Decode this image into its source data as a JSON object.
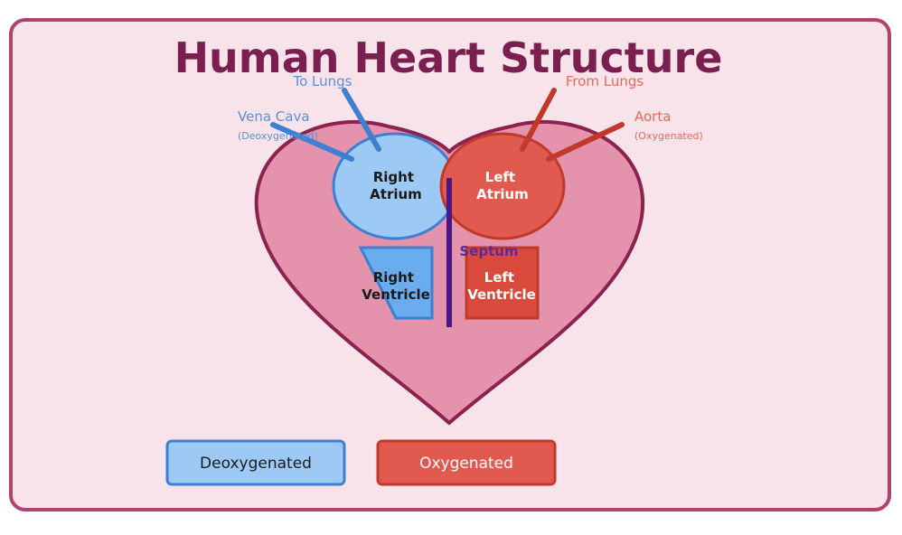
{
  "title": "Human Heart Structure",
  "chambers": {
    "right_atrium": [
      "Right",
      "Atrium"
    ],
    "left_atrium": [
      "Left",
      "Atrium"
    ],
    "right_ventricle": [
      "Right",
      "Ventricle"
    ],
    "left_ventricle": [
      "Left",
      "Ventricle"
    ]
  },
  "septum": "Septum",
  "vessels": {
    "to_lungs": "To Lungs",
    "from_lungs": "From Lungs",
    "vena_cava": "Vena Cava",
    "vena_cava_sub": "(Deoxygenated)",
    "aorta": "Aorta",
    "aorta_sub": "(Oxygenated)"
  },
  "legend": {
    "deoxygenated": "Deoxygenated",
    "oxygenated": "Oxygenated"
  },
  "colors": {
    "title": "#7a1f4f",
    "card_border": "#b0426e",
    "card_bg": "#f8e3ea",
    "heart_fill": "#e593ad",
    "heart_stroke": "#8c2250",
    "deoxygenated": "#9ccaf4",
    "deoxygenated_stroke": "#3d7fd0",
    "oxygenated": "#e05a4f",
    "oxygenated_stroke": "#c0392b",
    "septum": "#4a168a"
  }
}
